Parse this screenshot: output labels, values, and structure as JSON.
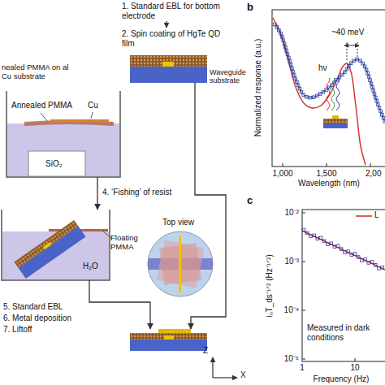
{
  "diagram": {
    "nodes": [
      {
        "text": [
          "1. Standard EBL for bottom electrode",
          "2. Spin coating of HgTe QD film",
          "Waveguide substrate"
        ]
      },
      {
        "text": [
          "nealed PMMA on al Cu substrate",
          "Annealed PMMA",
          "Cu",
          "SiO₂"
        ]
      },
      {
        "text": [
          "Floating PMMA",
          "H₂O"
        ]
      },
      {
        "text": [
          "Top view"
        ]
      },
      {
        "text": [
          "5. Standard EBL",
          "6. Metal deposition",
          "7. Liftoff"
        ]
      }
    ],
    "edges": [
      {
        "from": 1,
        "to": 2,
        "label": "4. ‘Fishing’ of resist",
        "arrow": "to"
      },
      {
        "from": 2,
        "to": 4,
        "arrow": "to"
      },
      {
        "from": 0,
        "to": 4,
        "arrow": "to"
      }
    ],
    "labels": [
      "b",
      "~40 meV",
      "hν",
      "Normalized response (a.u.)",
      "1,000",
      "1,500",
      "2,00",
      "Wavelength (nm)",
      "c",
      "10⁻²",
      "10⁻³",
      "10⁻⁴",
      "10⁻⁵",
      "iₙT_ds⁻¹ᐟ² (Hz⁻¹ᐟ²)",
      "1",
      "10",
      "Frequency (Hz)",
      "Measured in dark conditions",
      "Z",
      "X"
    ],
    "legend": [
      {
        "text": "L"
      }
    ]
  }
}
